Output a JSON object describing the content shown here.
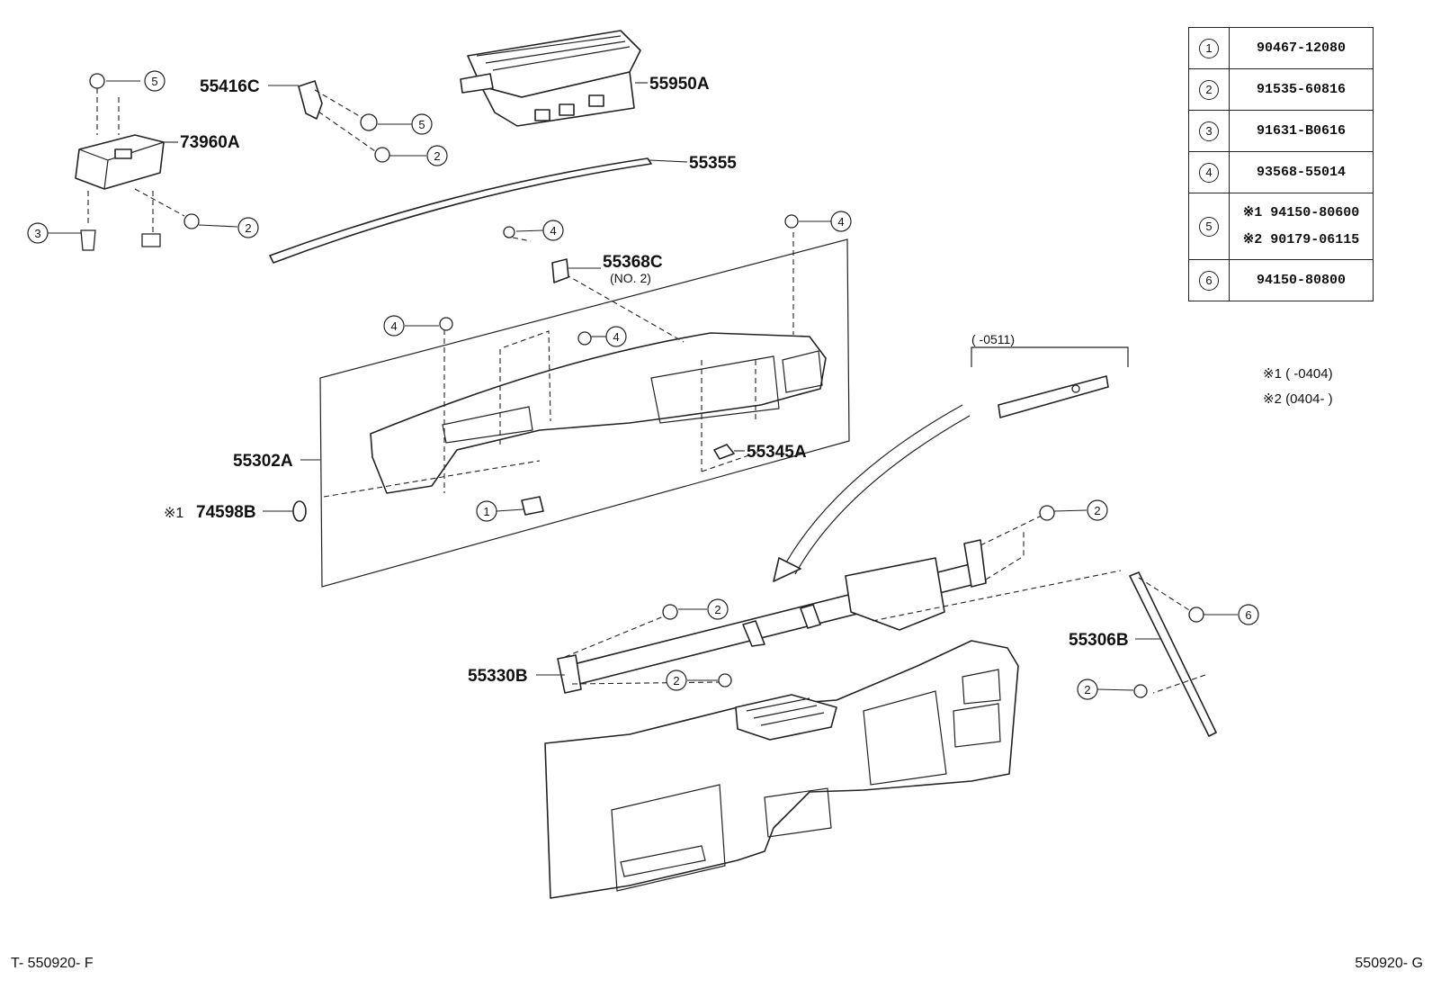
{
  "labels": {
    "p55950A": "55950A",
    "p55416C": "55416C",
    "p73960A": "73960A",
    "p55355": "55355",
    "p55368C": "55368C",
    "p55368C_sub": "(NO. 2)",
    "p55302A": "55302A",
    "p74598B": "74598B",
    "p74598B_mark": "※1",
    "p55345A": "55345A",
    "p55330B": "55330B",
    "p55306B": "55306B",
    "range_bracket": "(        -0511)"
  },
  "callouts": {
    "c1": "1",
    "c2": "2",
    "c3": "3",
    "c4": "4",
    "c5": "5",
    "c6": "6"
  },
  "parts_table": {
    "rows": [
      {
        "num": "1",
        "pn": "90467-12080"
      },
      {
        "num": "2",
        "pn": "91535-60816"
      },
      {
        "num": "3",
        "pn": "91631-B0616"
      },
      {
        "num": "4",
        "pn": "93568-55014"
      },
      {
        "num": "5",
        "pn_a": "※1 94150-80600",
        "pn_b": "※2 90179-06115"
      },
      {
        "num": "6",
        "pn": "94150-80800"
      }
    ]
  },
  "notes": {
    "n1": "※1  (        -0404)",
    "n2": "※2  (0404-        )"
  },
  "footer": {
    "left": "T- 550920- F",
    "right": "550920- G"
  }
}
